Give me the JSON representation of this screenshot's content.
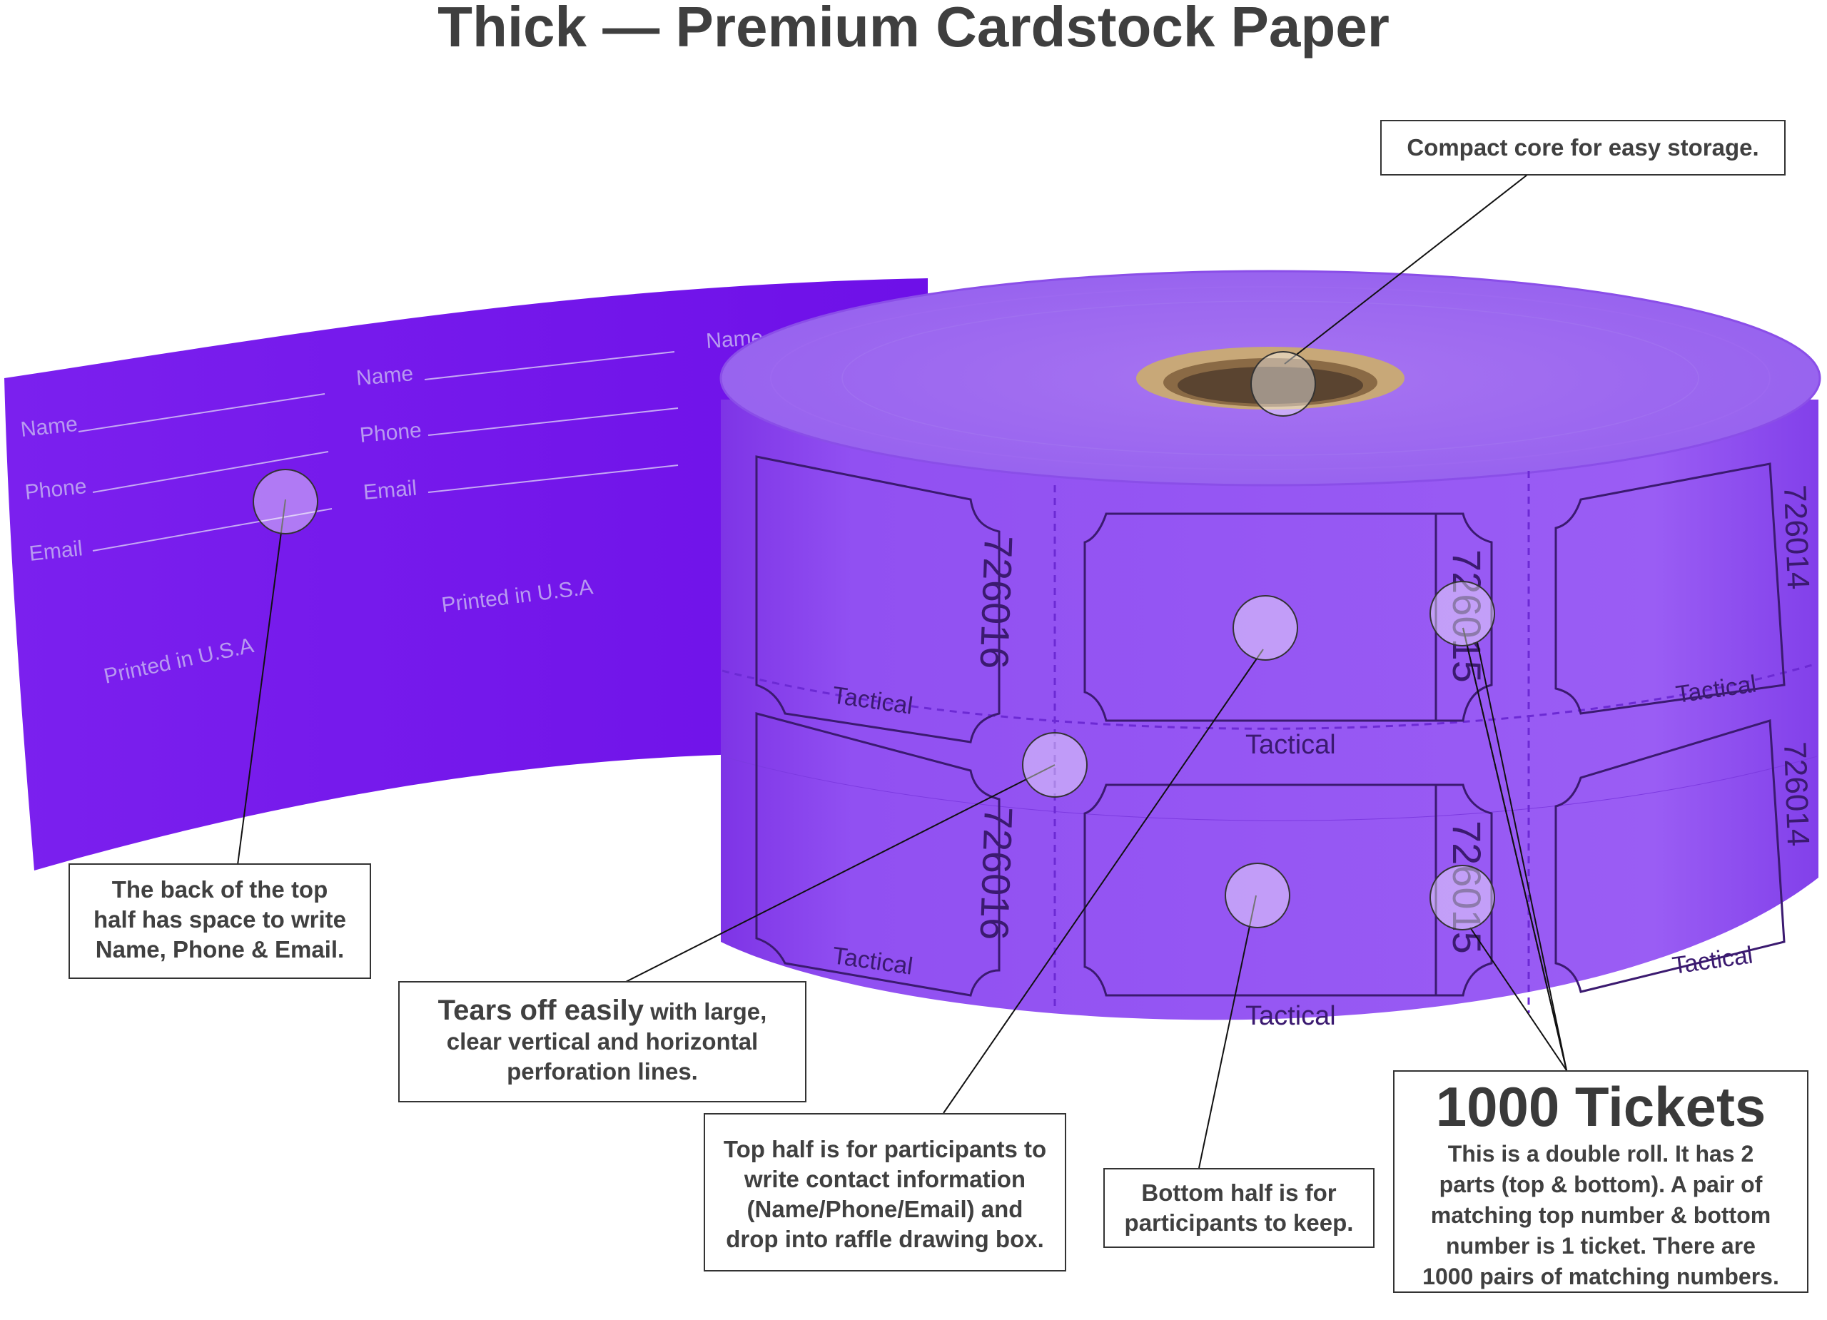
{
  "title": "Thick — Premium Cardstock Paper",
  "colors": {
    "ticket_purple": "#8a3df0",
    "strip_purple": "#7a1ff0",
    "core_tan": "#c8a878"
  },
  "strip": {
    "fields": [
      "Name",
      "Phone",
      "Email"
    ],
    "printed": "Printed in U.S.A"
  },
  "roll": {
    "brand": "Tactical",
    "numbers": [
      "726016",
      "726015",
      "726014"
    ]
  },
  "callouts": {
    "core": "Compact core for easy storage.",
    "back": [
      "The back of the top",
      "half has space to write",
      "Name, Phone & Email."
    ],
    "tear_lead": "Tears off easily",
    "tear_rest": " with large,",
    "tear_lines": [
      "clear vertical and horizontal",
      "perforation lines."
    ],
    "top": [
      "Top half is for participants to",
      "write contact information",
      "(Name/Phone/Email) and",
      "drop into raffle drawing box."
    ],
    "bottom": [
      "Bottom half is for",
      "participants to keep."
    ],
    "tickets_title": "1000 Tickets",
    "tickets": [
      "This is a double roll. It has 2",
      "parts (top & bottom). A pair of",
      "matching top number & bottom",
      "number is 1 ticket. There are",
      "1000 pairs of matching numbers."
    ]
  }
}
